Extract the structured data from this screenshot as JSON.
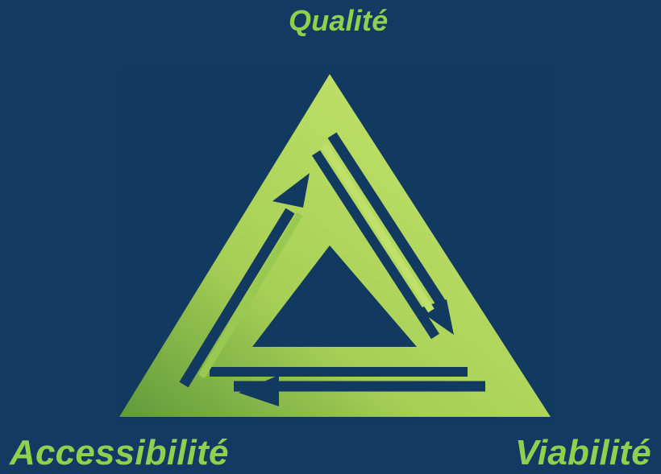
{
  "labels": {
    "top": "Qualité",
    "bottom_left": "Accessibilité",
    "bottom_right": "Viabilité"
  },
  "colors": {
    "background": "#123a63",
    "panel": "#12395f",
    "accent": "#8fd14f",
    "triangle_light": "#c9e86e",
    "triangle_dark": "#5f9a3a"
  }
}
